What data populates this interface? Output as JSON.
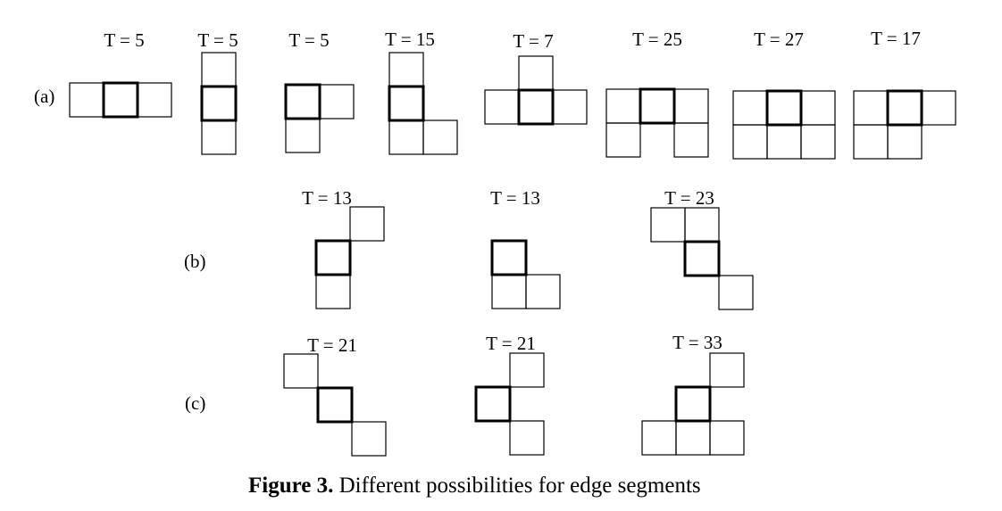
{
  "row_labels": [
    "(a)",
    "(b)",
    "(c)"
  ],
  "caption": {
    "bold": "Figure 3.",
    "rest": " Different possibilities for edge segments"
  },
  "segments": [
    {
      "row": "a",
      "label": "T = 5",
      "cells": [
        [
          -1,
          0
        ],
        [
          0,
          0
        ],
        [
          1,
          0
        ]
      ]
    },
    {
      "row": "a",
      "label": "T = 5",
      "cells": [
        [
          0,
          -1
        ],
        [
          0,
          0
        ],
        [
          0,
          1
        ]
      ]
    },
    {
      "row": "a",
      "label": "T = 5",
      "cells": [
        [
          0,
          0
        ],
        [
          1,
          0
        ],
        [
          0,
          1
        ]
      ]
    },
    {
      "row": "a",
      "label": "T = 15",
      "cells": [
        [
          0,
          -1
        ],
        [
          0,
          0
        ],
        [
          0,
          1
        ],
        [
          1,
          1
        ]
      ]
    },
    {
      "row": "a",
      "label": "T = 7",
      "cells": [
        [
          0,
          -1
        ],
        [
          -1,
          0
        ],
        [
          0,
          0
        ],
        [
          1,
          0
        ]
      ]
    },
    {
      "row": "a",
      "label": "T = 25",
      "cells": [
        [
          -1,
          0
        ],
        [
          0,
          0
        ],
        [
          1,
          0
        ],
        [
          -1,
          1
        ],
        [
          1,
          1
        ]
      ]
    },
    {
      "row": "a",
      "label": "T = 27",
      "cells": [
        [
          -1,
          0
        ],
        [
          0,
          0
        ],
        [
          1,
          0
        ],
        [
          -1,
          1
        ],
        [
          0,
          1
        ],
        [
          1,
          1
        ]
      ]
    },
    {
      "row": "a",
      "label": "T = 17",
      "cells": [
        [
          -1,
          0
        ],
        [
          0,
          0
        ],
        [
          1,
          0
        ],
        [
          -1,
          1
        ],
        [
          0,
          1
        ]
      ]
    },
    {
      "row": "b",
      "label": "T = 13",
      "cells": [
        [
          1,
          -1
        ],
        [
          0,
          0
        ],
        [
          0,
          1
        ]
      ]
    },
    {
      "row": "b",
      "label": "T = 13",
      "cells": [
        [
          0,
          0
        ],
        [
          0,
          1
        ],
        [
          1,
          1
        ]
      ]
    },
    {
      "row": "b",
      "label": "T = 23",
      "cells": [
        [
          -1,
          -1
        ],
        [
          0,
          -1
        ],
        [
          0,
          0
        ],
        [
          1,
          1
        ]
      ]
    },
    {
      "row": "c",
      "label": "T = 21",
      "cells": [
        [
          -1,
          -1
        ],
        [
          0,
          0
        ],
        [
          1,
          1
        ]
      ]
    },
    {
      "row": "c",
      "label": "T = 21",
      "cells": [
        [
          1,
          -1
        ],
        [
          0,
          0
        ],
        [
          1,
          1
        ]
      ]
    },
    {
      "row": "c",
      "label": "T = 33",
      "cells": [
        [
          1,
          -1
        ],
        [
          0,
          0
        ],
        [
          -1,
          1
        ],
        [
          0,
          1
        ],
        [
          1,
          1
        ]
      ]
    }
  ]
}
